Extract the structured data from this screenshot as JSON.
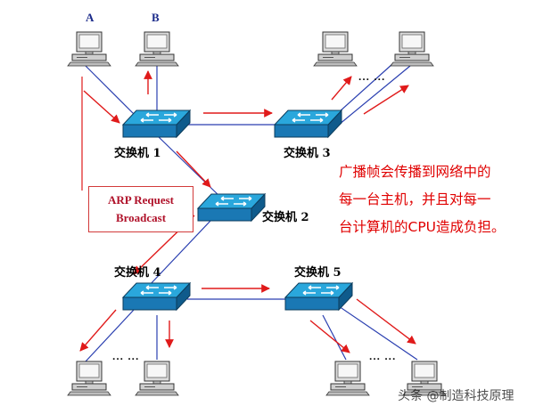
{
  "pcs": {
    "a": "A",
    "b": "B"
  },
  "switches": {
    "s1": "交换机 1",
    "s2": "交换机 2",
    "s3": "交换机 3",
    "s4": "交换机 4",
    "s5": "交换机 5"
  },
  "ellipsis": "... ...",
  "arp_box": {
    "line1": "ARP Request",
    "line2": "Broadcast"
  },
  "note": [
    "广播帧会传播到网络中的",
    "每一台主机，并且对每一",
    "台计算机的CPU造成负担。"
  ],
  "watermark": "头条 @制造科技原理",
  "colors": {
    "link": "#2a3fb0",
    "arrow": "#e01a1a",
    "switch_top": "#2aa7dc",
    "switch_side": "#1a78b4",
    "pc_body": "#d9d9d9"
  }
}
